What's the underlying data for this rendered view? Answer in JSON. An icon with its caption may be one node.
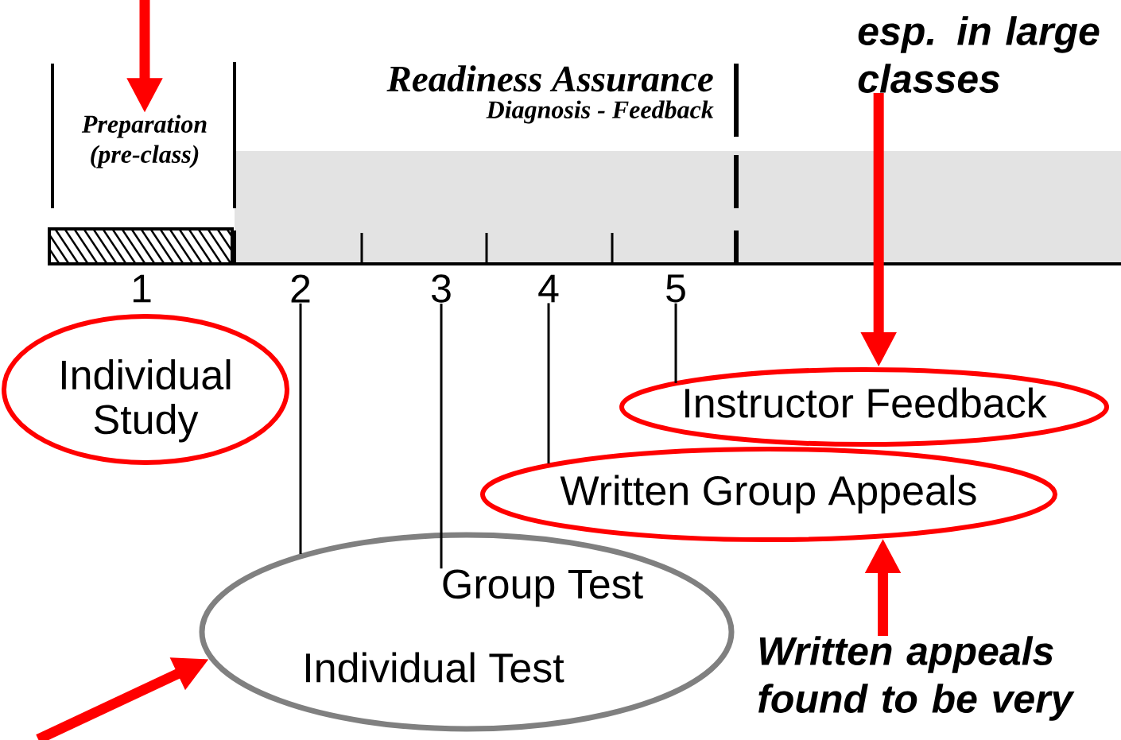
{
  "diagram": {
    "nodes": [
      {
        "text": [
          "Preparation (pre-class)"
        ]
      },
      {
        "text": [
          "Readiness Assurance",
          "Diagnosis - Feedback"
        ]
      },
      {
        "text": [
          "esp. in large classes"
        ]
      },
      {
        "text": [
          "1"
        ]
      },
      {
        "text": [
          "2"
        ]
      },
      {
        "text": [
          "3"
        ]
      },
      {
        "text": [
          "4"
        ]
      },
      {
        "text": [
          "5"
        ]
      },
      {
        "text": [
          "Individual Study"
        ]
      },
      {
        "text": [
          "Instructor Feedback"
        ]
      },
      {
        "text": [
          "Written Group Appeals"
        ]
      },
      {
        "text": [
          "Individual Test"
        ]
      },
      {
        "text": [
          "Group Test"
        ],
        "in": 11
      },
      {
        "text": [
          "Written appeals found to be very"
        ]
      }
    ],
    "edges": [
      {
        "from": null,
        "to": 0,
        "arrow": "to",
        "style": "thick",
        "color": "#ff0000"
      },
      {
        "from": 2,
        "to": 9,
        "arrow": "to",
        "style": "thick",
        "color": "#ff0000"
      },
      {
        "from": 4,
        "to": 11,
        "arrow": "none",
        "color": "#000000"
      },
      {
        "from": 5,
        "to": 12,
        "arrow": "none",
        "color": "#000000"
      },
      {
        "from": 6,
        "to": 10,
        "arrow": "none",
        "color": "#000000"
      },
      {
        "from": 7,
        "to": 9,
        "arrow": "none",
        "color": "#000000"
      },
      {
        "from": 13,
        "to": 10,
        "arrow": "to",
        "style": "thick",
        "color": "#ff0000"
      },
      {
        "from": null,
        "to": 11,
        "arrow": "to",
        "style": "thick",
        "color": "#ff0000"
      }
    ]
  }
}
